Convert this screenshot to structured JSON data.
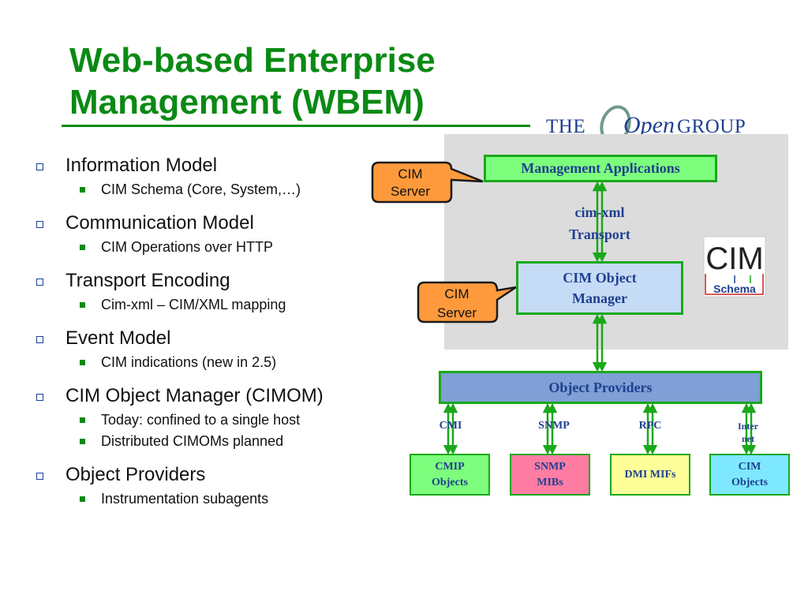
{
  "title": {
    "line1": "Web-based Enterprise",
    "line2": "Management (WBEM)"
  },
  "logo": {
    "the": "THE",
    "open": "Open",
    "group": "GROUP"
  },
  "bullets": [
    {
      "label": "Information Model",
      "subs": [
        "CIM Schema (Core, System,…)"
      ]
    },
    {
      "label": "Communication Model",
      "subs": [
        "CIM Operations over HTTP"
      ]
    },
    {
      "label": "Transport Encoding",
      "subs": [
        "Cim-xml – CIM/XML mapping"
      ]
    },
    {
      "label": "Event Model",
      "subs": [
        "CIM indications (new in 2.5)"
      ]
    },
    {
      "label": "CIM Object Manager (CIMOM)",
      "subs": [
        "Today: confined to a single host",
        "Distributed CIMOMs planned"
      ]
    },
    {
      "label": "Object Providers",
      "subs": [
        "Instrumentation subagents"
      ]
    }
  ],
  "diagram": {
    "management_applications": "Management Applications",
    "transport_line1": "cim-xml",
    "transport_line2": "Transport",
    "cimom_line1": "CIM Object",
    "cimom_line2": "Manager",
    "object_providers": "Object Providers",
    "callout_top": {
      "line1": "CIM",
      "line2": "Server"
    },
    "callout_mid": {
      "line1": "CIM",
      "line2": "Server"
    },
    "protocols": {
      "cmi": "CMI",
      "snmp": "SNMP",
      "rpc": "RPC",
      "inter_line1": "Inter",
      "inter_line2": "net"
    },
    "targets": {
      "cmip_line1": "CMIP",
      "cmip_line2": "Objects",
      "snmp_line1": "SNMP",
      "snmp_line2": "MIBs",
      "dmi": "DMI MIFs",
      "cim_line1": "CIM",
      "cim_line2": "Objects"
    },
    "cim_logo": {
      "big": "CIM",
      "small": "Schema"
    }
  },
  "colors": {
    "title_green": "#0a8a14",
    "navy": "#1f3f8f",
    "arrow_green": "#1aa81a",
    "callout_orange": "#ff9a3c",
    "panel_grey": "#dcdcdc"
  }
}
